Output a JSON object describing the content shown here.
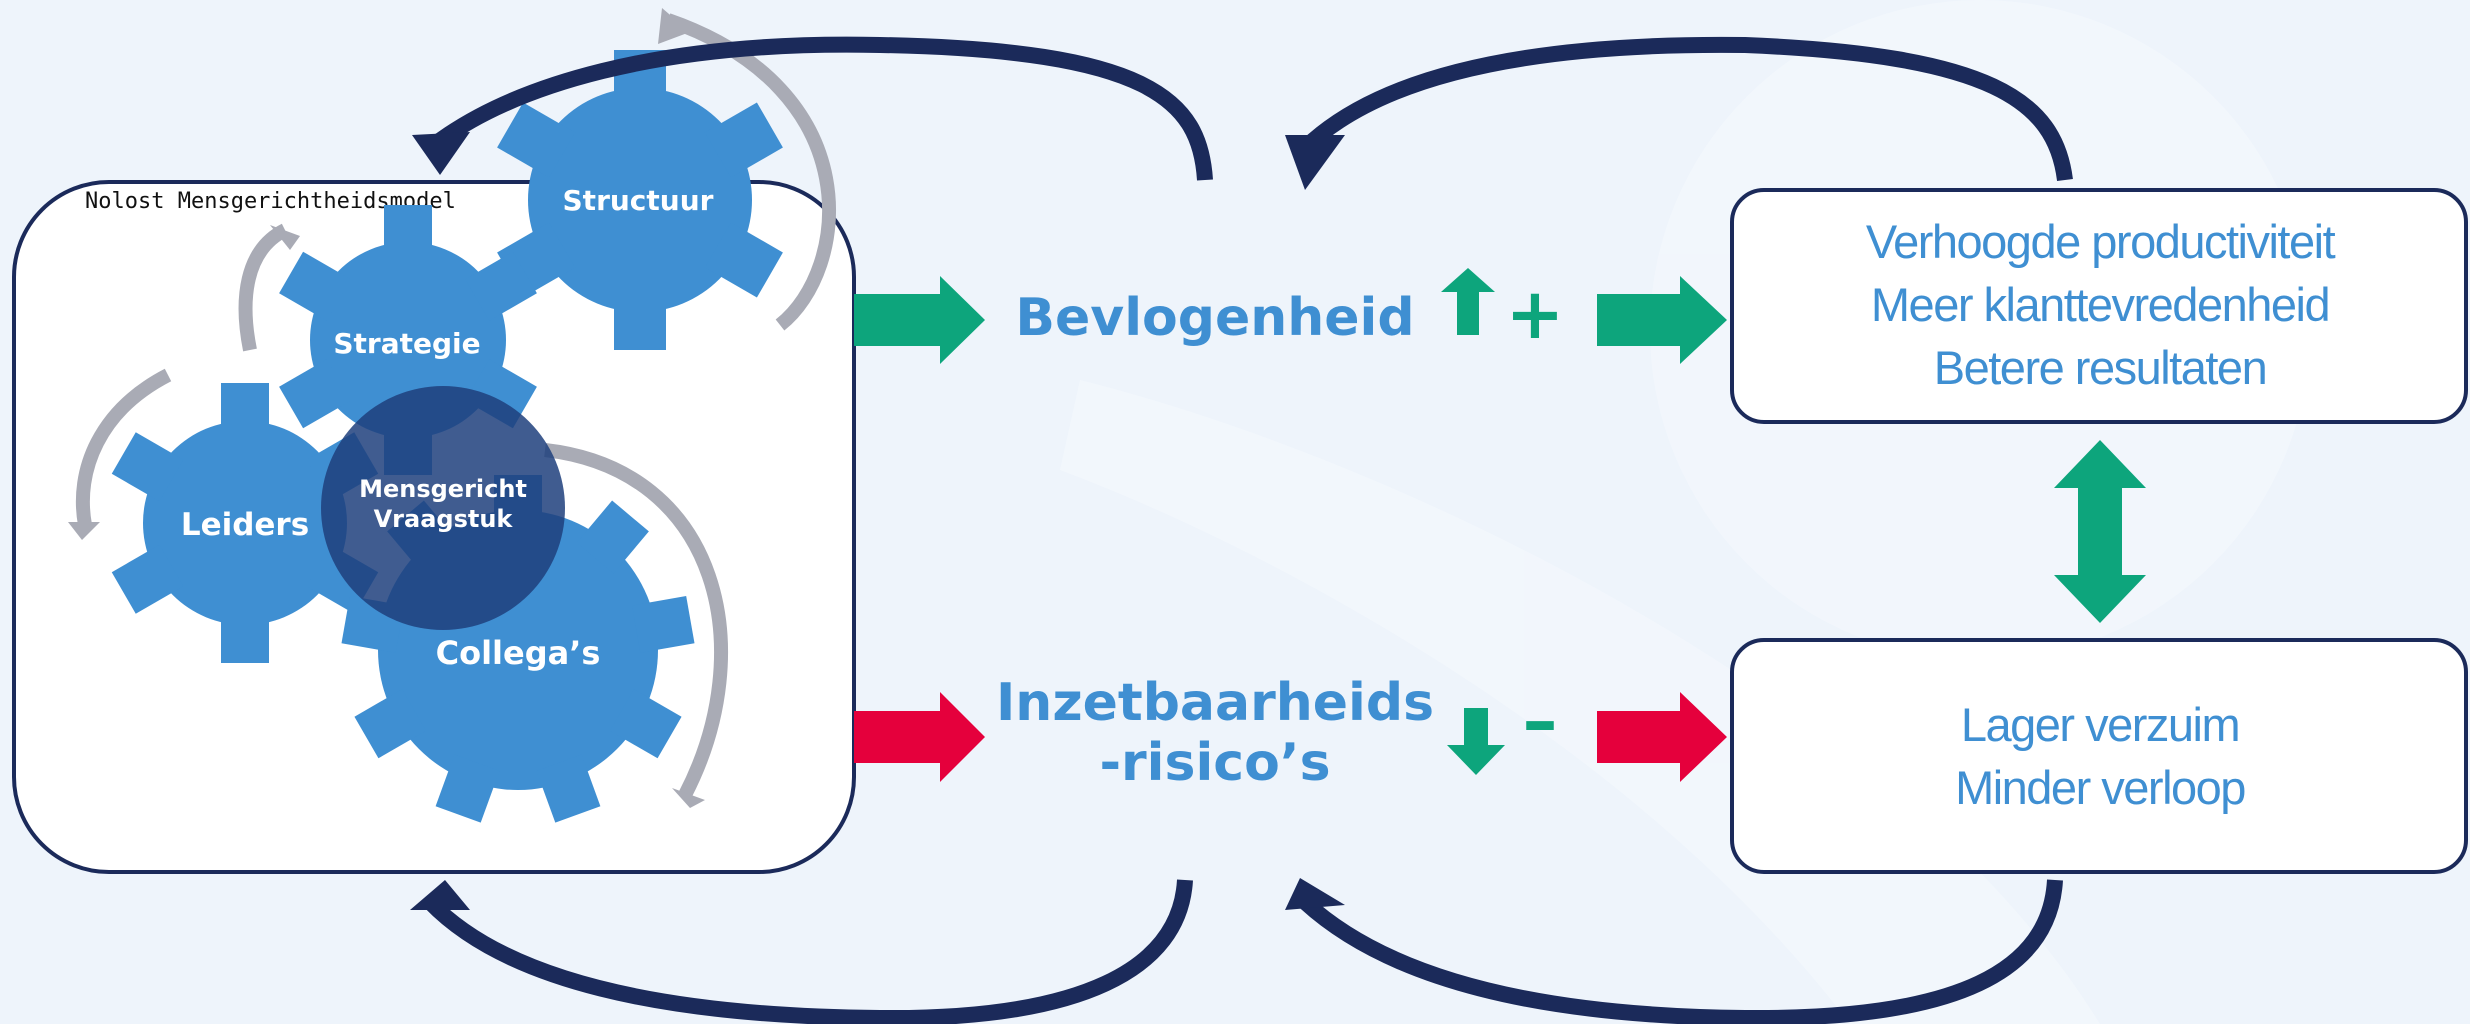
{
  "model_caption": "Nolost Mensgerichtheidsmodel",
  "gears": {
    "structuur": "Structuur",
    "strategie": "Strategie",
    "leiders": "Leiders",
    "collegas": "Collega’s",
    "center_line1": "Mensgericht",
    "center_line2": "Vraagstuk"
  },
  "middle": {
    "bevlogenheid": "Bevlogenheid",
    "inzet_line1": "Inzetbaarheids",
    "inzet_line2": "-risico’s",
    "plus_sign": "+",
    "minus_sign": "–"
  },
  "outcome_top": {
    "line1": "Verhoogde productiviteit",
    "line2": "Meer klanttevredenheid",
    "line3": "Betere resultaten"
  },
  "outcome_bottom": {
    "line1": "Lager verzuim",
    "line2": "Minder verloop"
  },
  "colors": {
    "background": "#eef4fb",
    "gear_blue": "#3f8fd2",
    "navy": "#1b2a5a",
    "center_circle": "#1f3f7d",
    "green": "#0da57c",
    "red": "#e5003c",
    "gray_arrow": "#a9abb5",
    "text_blue": "#3f8fd2"
  }
}
